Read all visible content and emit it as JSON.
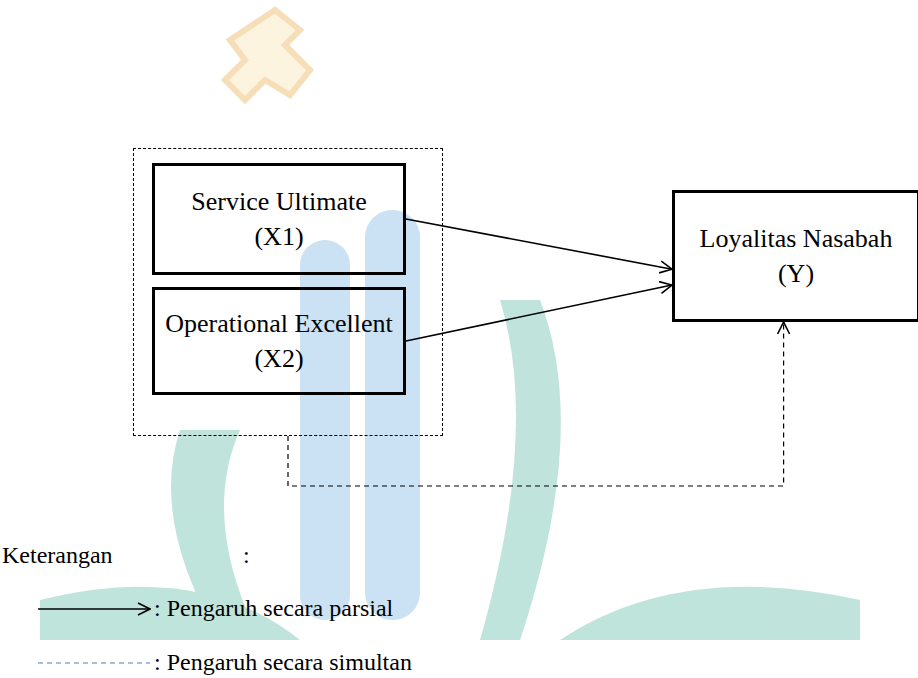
{
  "diagram": {
    "nodes": [
      {
        "text": []
      },
      {
        "text": [
          "Service Ultimate (X1)"
        ],
        "in": 0
      },
      {
        "text": [
          "Operational Excellent (X2)"
        ],
        "in": 0
      },
      {
        "text": [
          "Loyalitas Nasabah (Y)"
        ]
      }
    ],
    "edges": [
      {
        "from": 1,
        "to": 3,
        "arrow": "to"
      },
      {
        "from": 2,
        "to": 3,
        "arrow": "to"
      },
      {
        "from": 0,
        "to": 3,
        "arrow": "to"
      }
    ],
    "labels": [
      "Keterangan",
      ":"
    ],
    "legend": [
      {
        "text": ": Pengaruh secara parsial"
      },
      {
        "text": ": Pengaruh secara simultan"
      }
    ]
  }
}
